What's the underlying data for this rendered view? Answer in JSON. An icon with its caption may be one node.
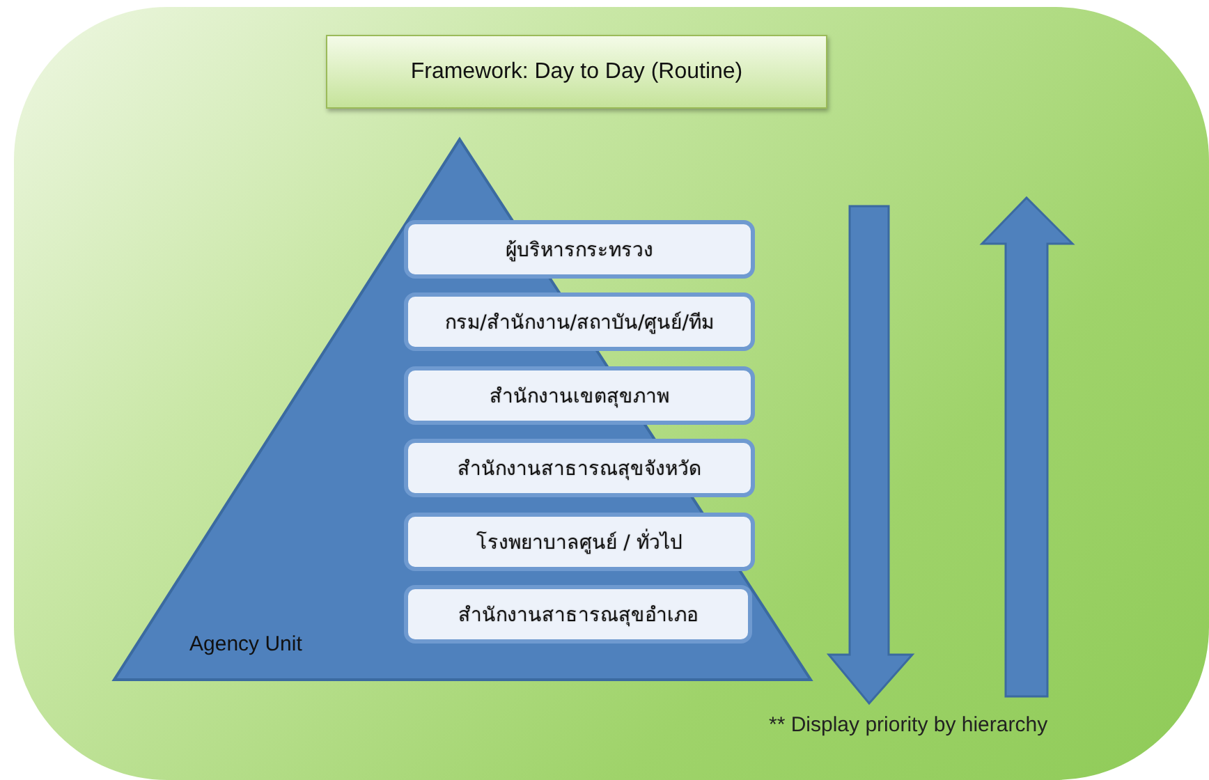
{
  "diagram": {
    "title": "Framework: Day to Day (Routine)",
    "nodes": [
      {
        "text": [
          "Agency Unit"
        ]
      },
      {
        "text": [
          "ผู้บริหารกระทรวง"
        ]
      },
      {
        "text": [
          "กรม/สำนักงาน/สถาบัน/ศูนย์/ทีม"
        ]
      },
      {
        "text": [
          "สำนักงานเขตสุขภาพ"
        ],
        "in": 0
      },
      {
        "text": [
          "สำนักงานสาธารณสุขจังหวัด"
        ],
        "in": 0
      },
      {
        "text": [
          "โรงพยาบาลศูนย์ / ทั่วไป"
        ],
        "in": 0
      },
      {
        "text": [
          "สำนักงานสาธารณสุขอำเภอ"
        ],
        "in": 0
      }
    ],
    "labels": [
      "** Display priority by hierarchy"
    ]
  }
}
